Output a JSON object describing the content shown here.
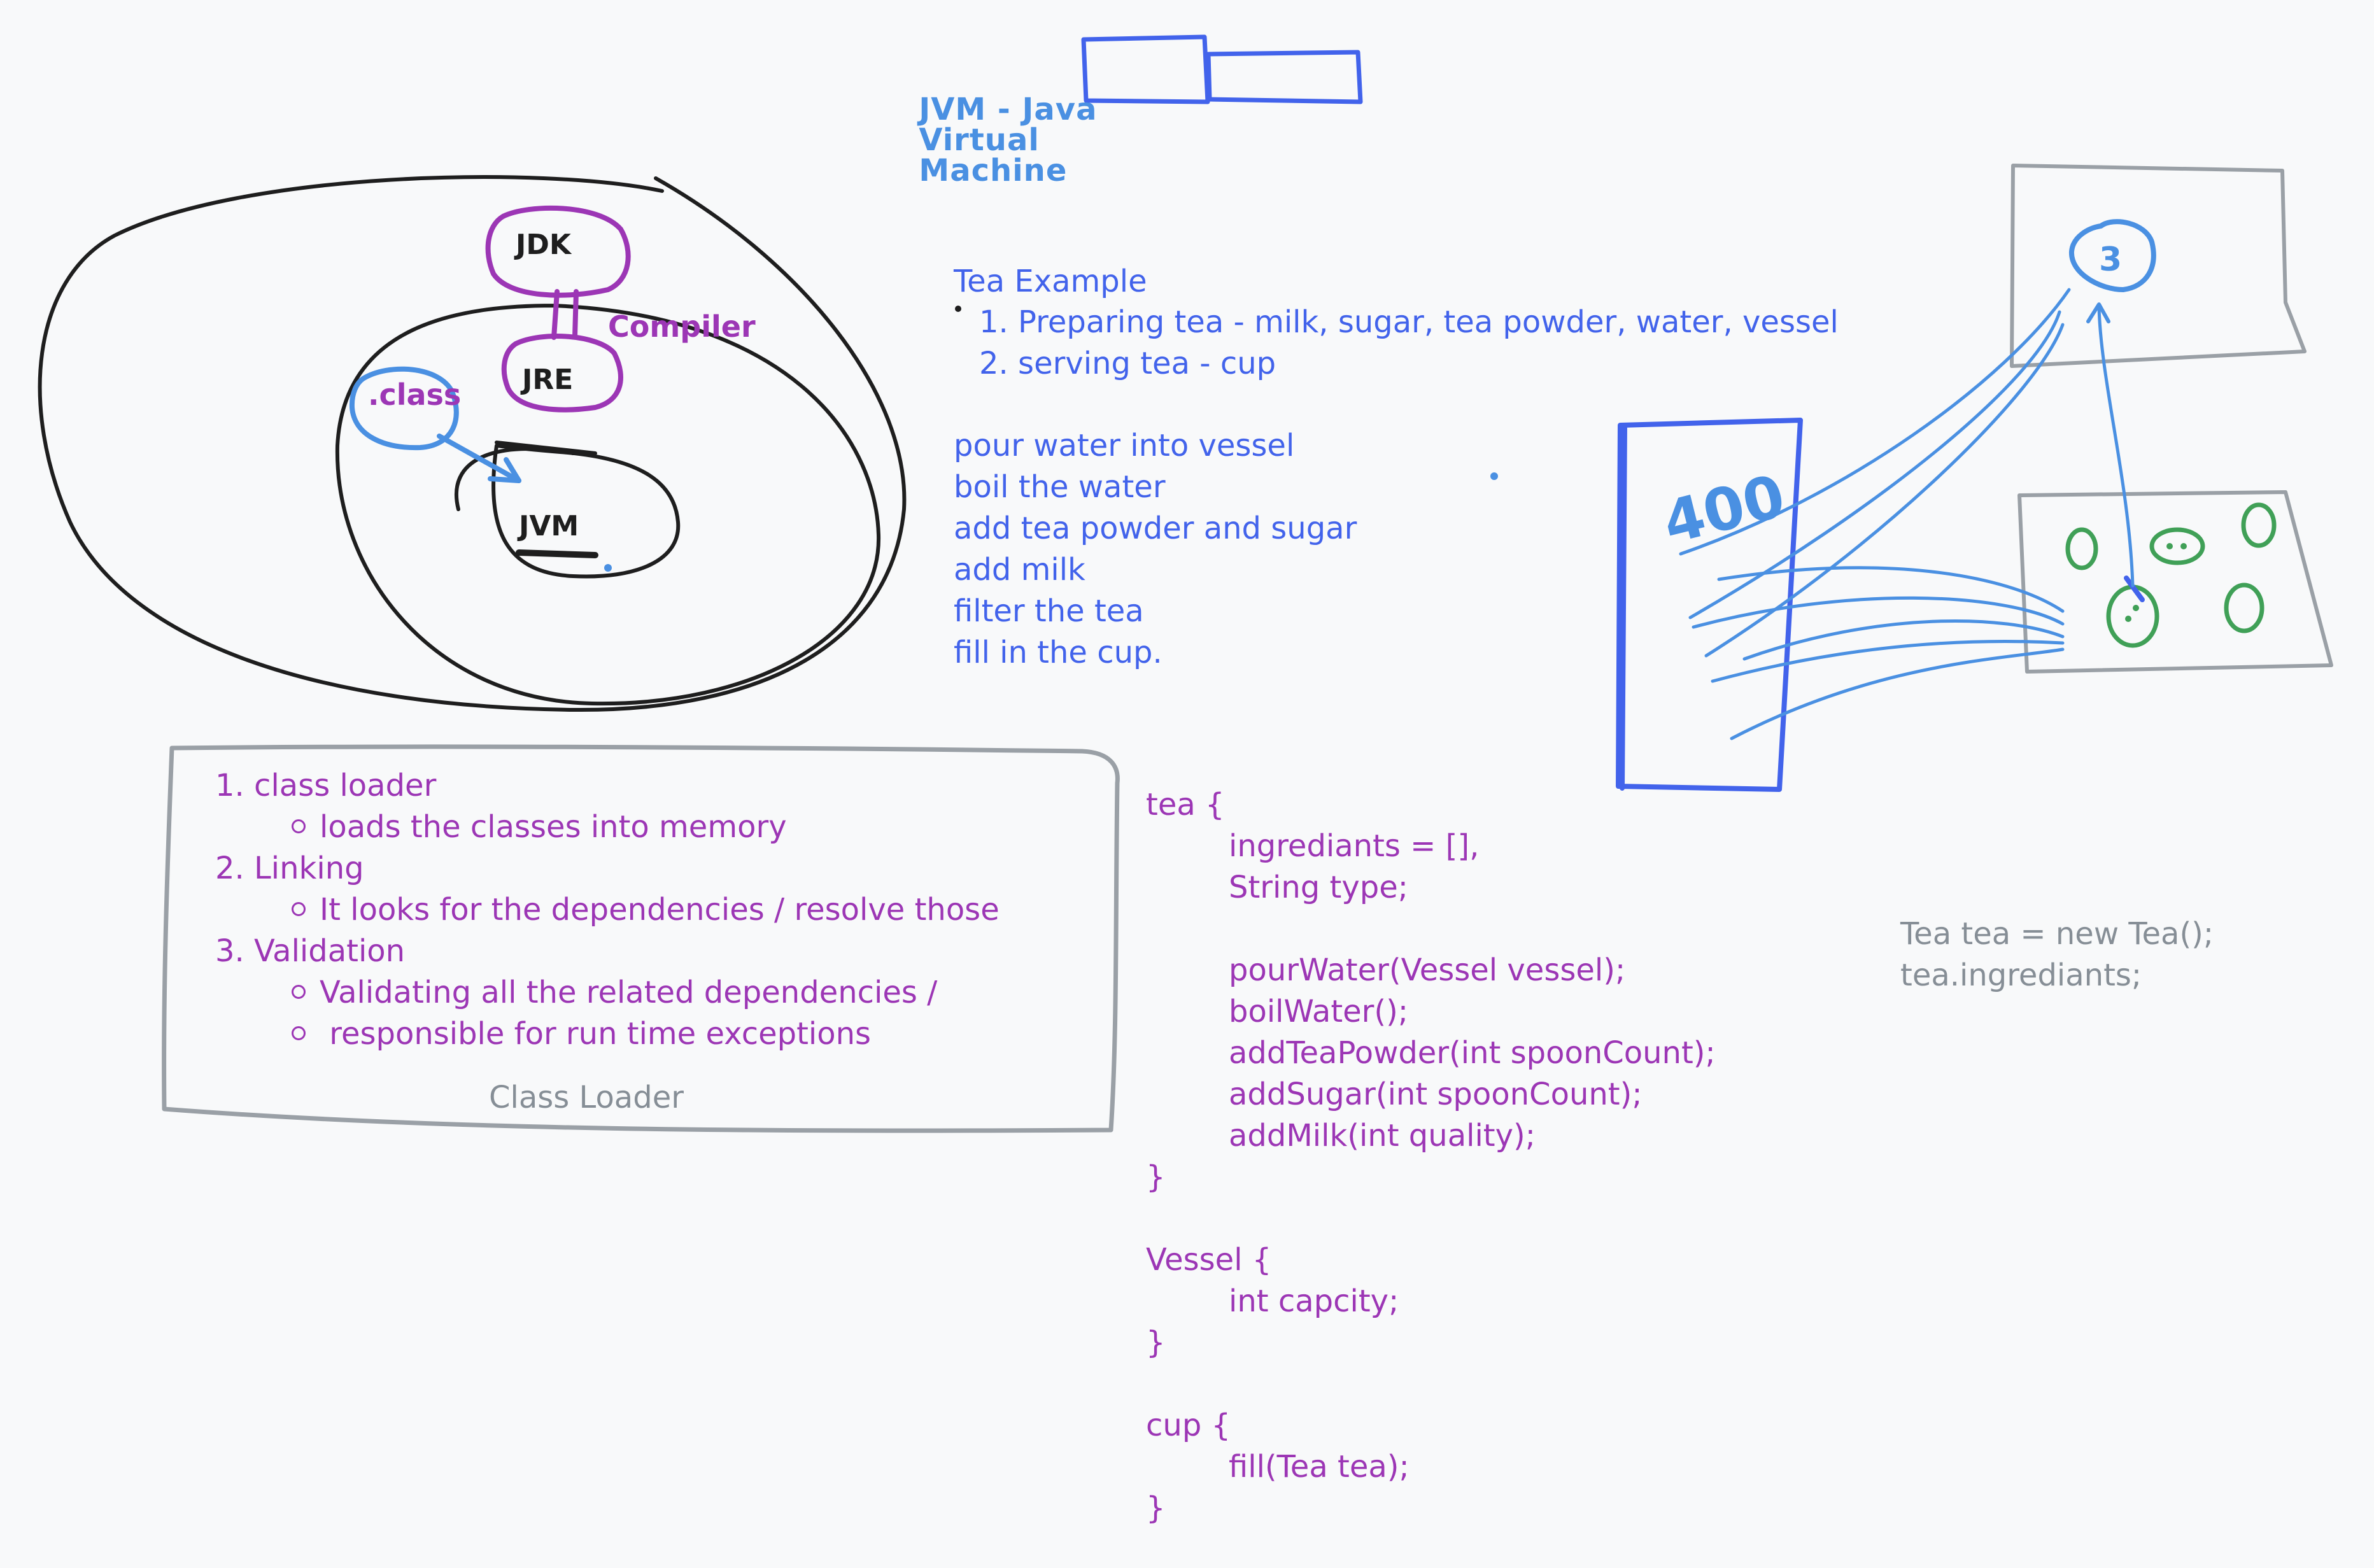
{
  "title": {
    "prefix": "JVM - Java",
    "word_virtual": "Virtual",
    "word_machine": "Machine"
  },
  "venn": {
    "jdk": "JDK",
    "jre": "JRE",
    "jvm": "JVM",
    "class_label": ".class",
    "compiler_label": "Compiler"
  },
  "tea_example": {
    "heading": "Tea Example",
    "items": [
      "1. Preparing tea - milk, sugar, tea powder, water, vessel",
      "2. serving tea - cup"
    ],
    "steps": [
      "pour water into vessel",
      "boil the water",
      "add tea powder and sugar",
      "add milk",
      "filter the tea",
      "fill in the cup."
    ]
  },
  "class_loader": {
    "items": [
      {
        "label": "1. class loader",
        "subs": [
          "loads the classes into memory"
        ]
      },
      {
        "label": "2. Linking",
        "subs": [
          "It looks for the dependencies / resolve those"
        ]
      },
      {
        "label": "3. Validation",
        "subs": [
          "Validating all the related dependencies /",
          " responsible for run time exceptions"
        ]
      }
    ],
    "caption": "Class Loader"
  },
  "code": {
    "tea_open": "tea {",
    "tea_body": [
      "ingrediants = [],",
      "String type;",
      "",
      "pourWater(Vessel vessel);",
      "boilWater();",
      "addTeaPowder(int spoonCount);",
      "addSugar(int spoonCount);",
      "addMilk(int quality);"
    ],
    "close": "}",
    "vessel_open": "Vessel {",
    "vessel_body": [
      "int capcity;"
    ],
    "cup_open": "cup {",
    "cup_body": [
      "fill(Tea tea);"
    ]
  },
  "instance_note": [
    "Tea tea = new Tea();",
    "tea.ingrediants;"
  ],
  "memory": {
    "address_label": "400",
    "ref_label": "3"
  },
  "colors": {
    "black": "#1e1e1e",
    "purple": "#9c36b5",
    "blue": "#4263eb",
    "light_blue": "#4a90e2",
    "gray": "#868e96",
    "green": "#40a057"
  }
}
